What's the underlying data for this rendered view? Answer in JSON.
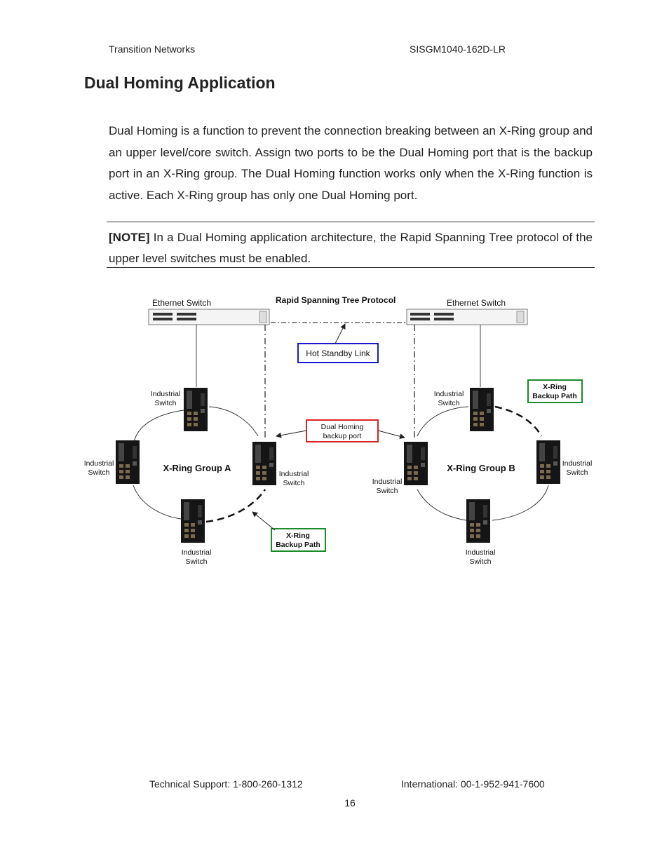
{
  "header": {
    "left": "Transition Networks",
    "right": "SISGM1040-162D-LR"
  },
  "section_title": "Dual Homing Application",
  "body_paragraph": "Dual Homing is a function to prevent the connection breaking between an X-Ring group and an upper level/core switch. Assign two ports to be the Dual Homing port that is the backup port in an X-Ring group. The Dual Homing function works only when the X-Ring function is active. Each X-Ring group has only one Dual Homing port.",
  "note": {
    "label": "[NOTE]",
    "text": " In a Dual Homing application architecture, the Rapid Spanning Tree protocol of the upper level switches must be enabled."
  },
  "diagram": {
    "left_ethernet_switch": "Ethernet Switch",
    "right_ethernet_switch": "Ethernet Switch",
    "rstp_label": "Rapid Spanning Tree Protocol",
    "hot_standby_label": "Hot Standby Link",
    "dual_homing_line1": "Dual Homing",
    "dual_homing_line2": "backup port",
    "backup_path_line1": "X-Ring",
    "backup_path_line2": "Backup Path",
    "group_a": "X-Ring Group A",
    "group_b": "X-Ring Group B",
    "industrial_line1": "Industrial",
    "industrial_line2": "Switch",
    "colors": {
      "hot_standby_border": "#1a1acc",
      "dual_homing_border": "#dd2222",
      "backup_path_border": "#1a8a2a"
    }
  },
  "footer": {
    "support": "Technical Support: 1-800-260-1312",
    "international": "International: 00-1-952-941-7600",
    "page_number": "16"
  }
}
